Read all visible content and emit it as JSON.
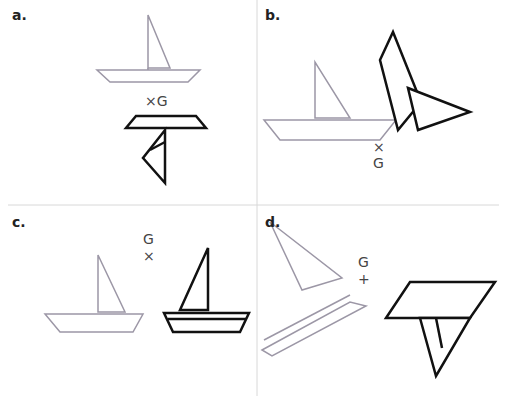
{
  "diagram": {
    "labels": [
      "a.",
      "×G",
      "b.",
      "×",
      "G",
      "c.",
      "G",
      "×",
      "d.",
      "G",
      "+"
    ]
  }
}
